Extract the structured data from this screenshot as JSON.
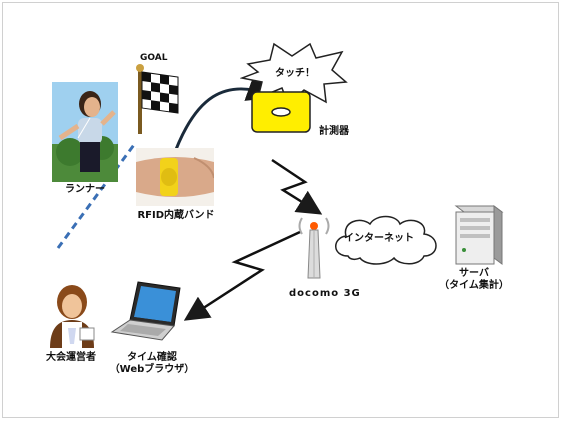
{
  "labels": {
    "goal": "GOAL",
    "touch": "タッチ！",
    "meter": "計測器",
    "runner": "ランナー",
    "rfid_band": "RFID内蔵バンド",
    "docomo": "docomo 3G",
    "internet": "インターネット",
    "server_line1": "サーバ",
    "server_line2": "（タイム集計）",
    "organizer": "大会運営者",
    "check_line1": "タイム確認",
    "check_line2": "（Webブラウザ）"
  },
  "colors": {
    "meter_yellow": "#ffee00",
    "band_yellow": "#f2d21a",
    "dashed_blue": "#3a6fb5",
    "arrow_dark": "#1a1a1a"
  },
  "icons": [
    "runner-photo",
    "checkered-flag-icon",
    "rfid-wristband-photo",
    "time-meter-device",
    "antenna-tower-icon",
    "internet-cloud",
    "server-icon",
    "organizer-person-icon",
    "laptop-icon"
  ]
}
